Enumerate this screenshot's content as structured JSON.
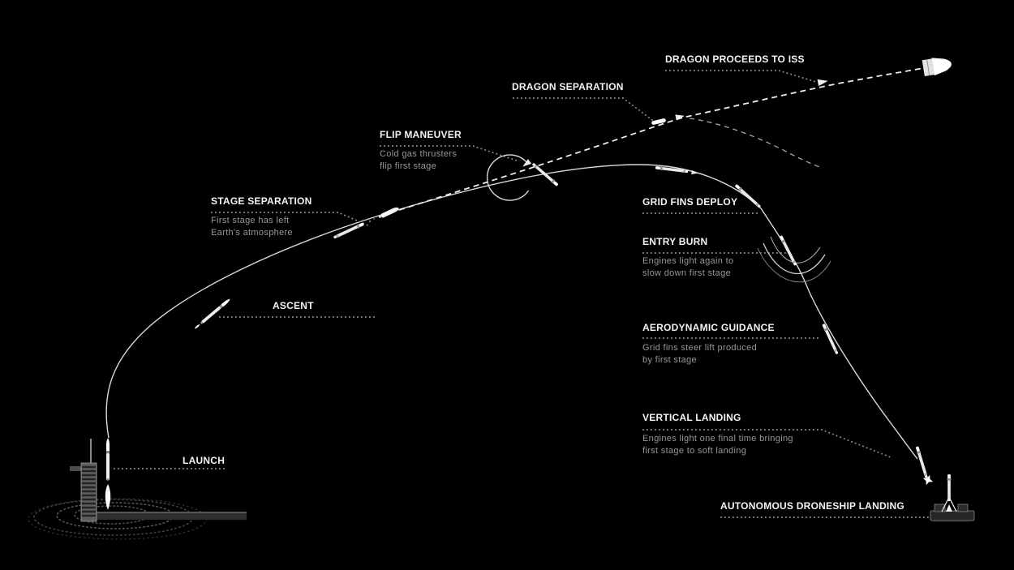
{
  "colors": {
    "background": "#000000",
    "title_text": "#f3f3f3",
    "subtitle_text": "#979797",
    "trajectory_line": "#d9d9d9",
    "dotted_rule": "#909090"
  },
  "labels": {
    "launch": {
      "title": "LAUNCH"
    },
    "ascent": {
      "title": "ASCENT"
    },
    "stage_separation": {
      "title": "STAGE SEPARATION",
      "line1": "First stage has left",
      "line2": "Earth's atmosphere"
    },
    "flip_maneuver": {
      "title": "FLIP MANEUVER",
      "line1": "Cold gas thrusters",
      "line2": "flip first stage"
    },
    "dragon_separation": {
      "title": "DRAGON SEPARATION"
    },
    "dragon_proceeds_to_iss": {
      "title": "DRAGON PROCEEDS TO ISS"
    },
    "grid_fins_deploy": {
      "title": "GRID FINS DEPLOY"
    },
    "entry_burn": {
      "title": "ENTRY BURN",
      "line1": "Engines light again to",
      "line2": "slow down first stage"
    },
    "aerodynamic_guidance": {
      "title": "AERODYNAMIC GUIDANCE",
      "line1": "Grid fins steer lift produced",
      "line2": "by first stage"
    },
    "vertical_landing": {
      "title": "VERTICAL LANDING",
      "line1": "Engines light one final time bringing",
      "line2": "first stage to soft landing"
    },
    "autonomous_droneship_landing": {
      "title": "AUTONOMOUS DRONESHIP LANDING"
    }
  },
  "icons": {
    "launch-pad-icon": "striped tower, base bar, dotted smoke rings",
    "rocket-icon": "white falcon rocket silhouette",
    "first-stage-icon": "thin white booster with grid-fin band",
    "second-stage-dragon-icon": "short white stage with conical nose",
    "dragon-capsule-icon": "white gumdrop capsule with trunk",
    "flip-arc-icon": "circular arrow showing flip rotation",
    "entry-burn-flame-icon": "nested arcs under booster",
    "landing-flame-icon": "starburst at engine",
    "droneship-icon": "dark barge platform with side blocks",
    "trajectory-arrow-icon": "small triangle arrowhead"
  }
}
